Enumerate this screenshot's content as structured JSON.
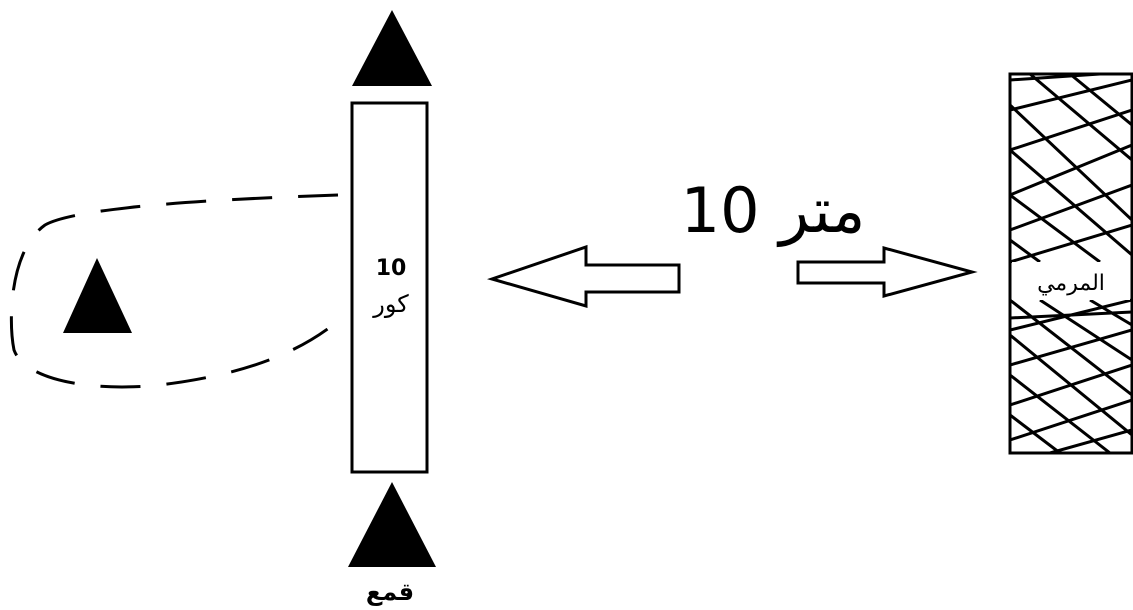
{
  "balls_label": {
    "count": "10",
    "word": "كور"
  },
  "cone_label": "قمع",
  "distance_label": "10 متر",
  "goal_label": "المرمي",
  "colors": {
    "ink": "#000000",
    "background": "#ffffff"
  },
  "icons": {
    "cone": "filled-triangle",
    "goal": "cross-hatched-net"
  }
}
